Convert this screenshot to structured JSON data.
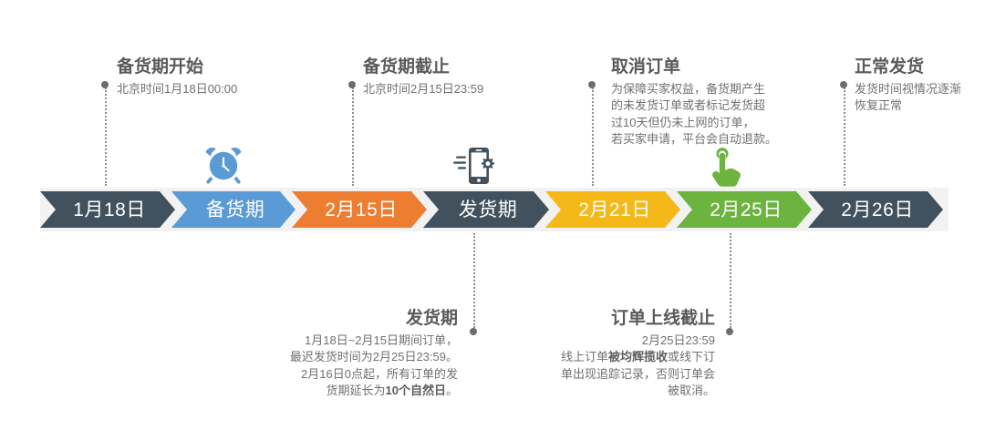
{
  "theme": {
    "dark_slate": "#41525E",
    "blue": "#5B9BD5",
    "orange": "#ED7D31",
    "amber": "#F5B819",
    "green": "#6CB33F",
    "backing_gray": "#F2F2F2",
    "heading_gray": "#5A5A5A",
    "body_gray": "#707070",
    "connector_gray": "#8E8E8E"
  },
  "timeline": {
    "segments": [
      {
        "label": "1月18日",
        "color": "#41525E",
        "kind": "date"
      },
      {
        "label": "备货期",
        "color": "#5B9BD5",
        "kind": "phase"
      },
      {
        "label": "2月15日",
        "color": "#ED7D31",
        "kind": "date"
      },
      {
        "label": "发货期",
        "color": "#41525E",
        "kind": "phase"
      },
      {
        "label": "2月21日",
        "color": "#F5B819",
        "kind": "date"
      },
      {
        "label": "2月25日",
        "color": "#6CB33F",
        "kind": "date"
      },
      {
        "label": "2月26日",
        "color": "#41525E",
        "kind": "date"
      }
    ]
  },
  "icons": [
    {
      "name": "alarm-clock-icon",
      "color": "#5B9BD5"
    },
    {
      "name": "phone-gear-icon",
      "color": "#41525E"
    },
    {
      "name": "tap-hand-icon",
      "color": "#6CB33F"
    }
  ],
  "annotations_top": [
    {
      "title": "备货期开始",
      "lines": [
        "北京时间1月18日00:00"
      ]
    },
    {
      "title": "备货期截止",
      "lines": [
        "北京时间2月15日23:59"
      ]
    },
    {
      "title": "取消订单",
      "lines": [
        "为保障买家权益，备货期产生",
        "的未发货订单或者标记发货超",
        "过10天但仍未上网的订单，",
        "若买家申请，平台会自动退款。"
      ]
    },
    {
      "title": "正常发货",
      "lines": [
        "发货时间视情况逐渐",
        "恢复正常"
      ]
    }
  ],
  "annotations_bottom": [
    {
      "title": "发货期",
      "lines_html": [
        "1月18日~2月15日期间订单，",
        "最迟发货时间为2月25日23:59。",
        "2月16日0点起，所有订单的发",
        "货期延长为<b>10个自然日</b>。"
      ]
    },
    {
      "title": "订单上线截止",
      "lines_html": [
        "2月25日23:59",
        "线上订单<b>被均辉揽收</b>或线下订",
        "单出现追踪记录，否则订单会",
        "被取消。"
      ]
    }
  ]
}
